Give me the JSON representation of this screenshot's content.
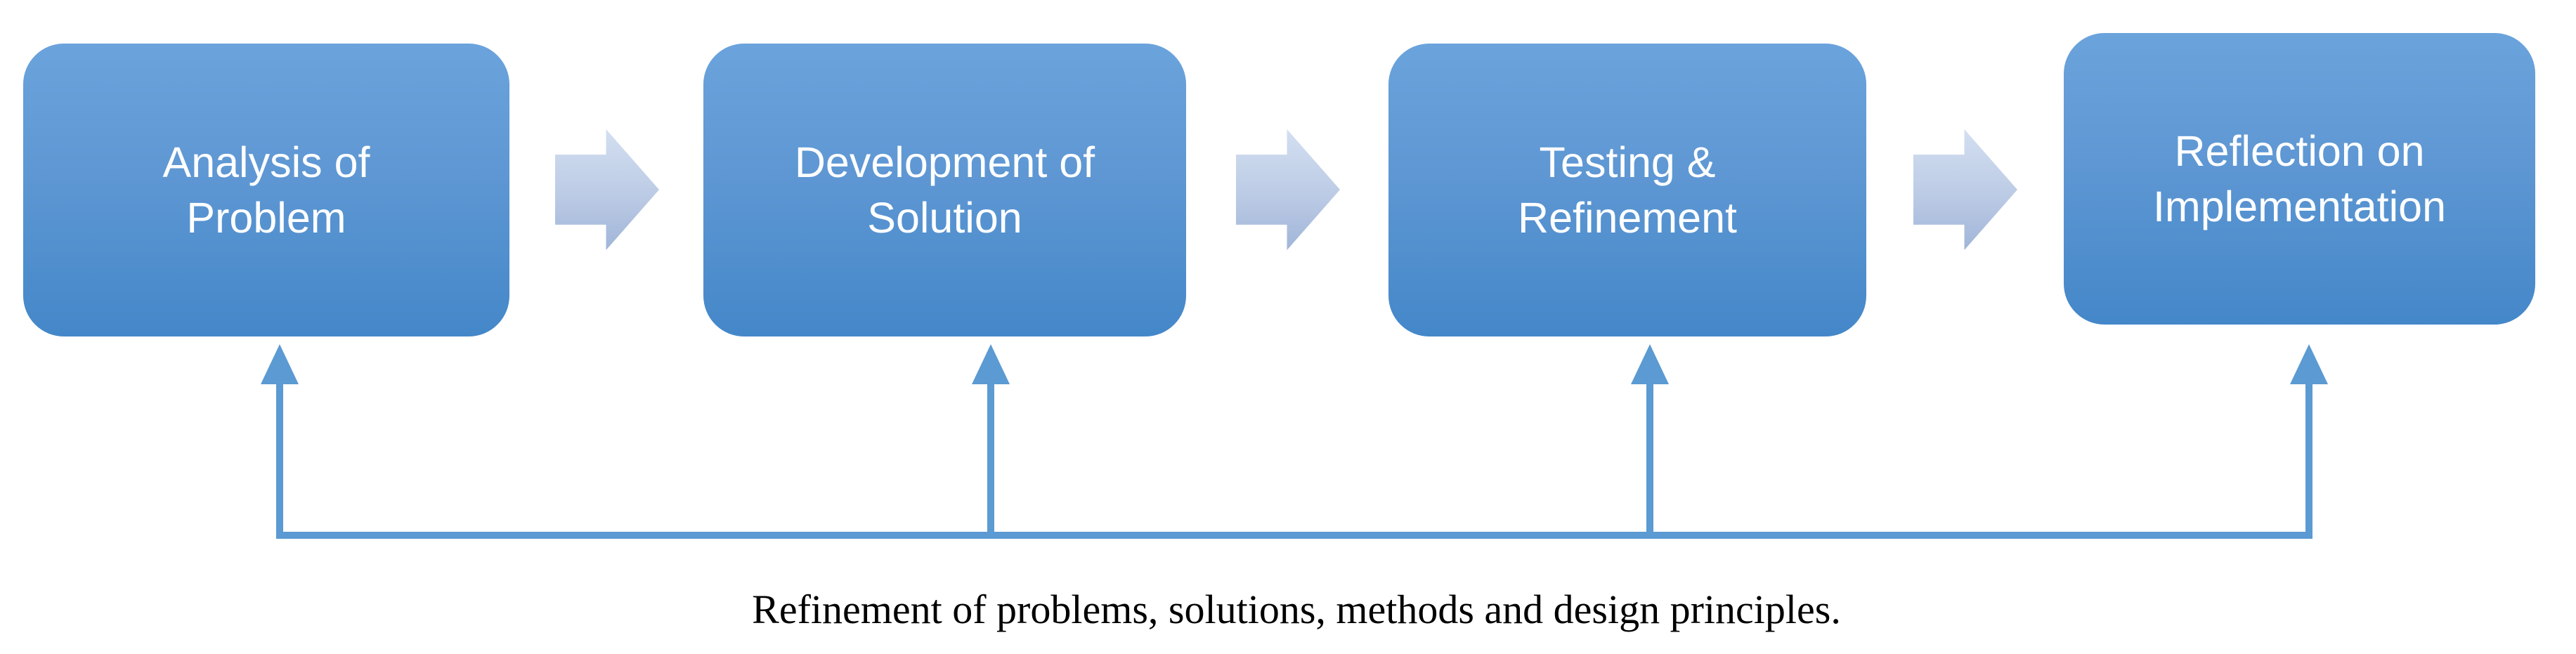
{
  "diagram": {
    "type": "process-flow-with-feedback-loop",
    "boxes": [
      {
        "lines": [
          "Analysis of",
          "Problem"
        ]
      },
      {
        "lines": [
          "Development of",
          "Solution"
        ]
      },
      {
        "lines": [
          "Testing &",
          "Refinement"
        ]
      },
      {
        "lines": [
          "Reflection on",
          "Implementation"
        ]
      }
    ],
    "connectors": {
      "forward_arrow_count": 3,
      "feedback_arrow_count": 4,
      "feedback_direction": "bottom-line-up-into-each-box"
    },
    "caption": "Refinement of problems, solutions, methods and design principles.",
    "colors": {
      "background": "#FFFFFF",
      "box_gradient_top": "#6BA3DC",
      "box_gradient_bottom": "#4487C9",
      "box_text": "#FFFFFF",
      "flow_arrow_gradient_top": "#D3DFF1",
      "flow_arrow_gradient_bottom": "#A0B5D8",
      "feedback_line": "#5B9AD2",
      "caption_text": "#000000"
    }
  }
}
